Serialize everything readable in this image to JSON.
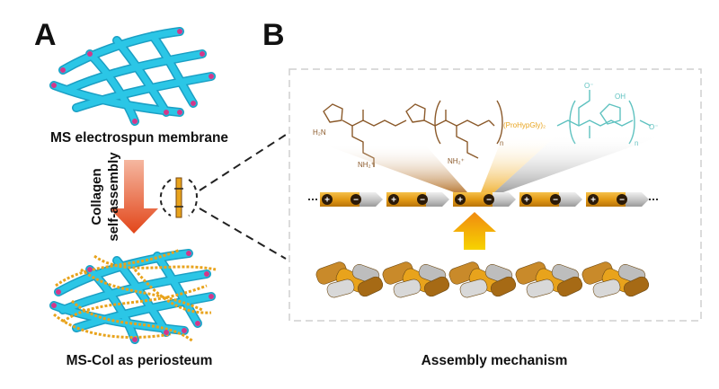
{
  "panel_a": {
    "letter": "A",
    "top_caption": "MS electrospun membrane",
    "process_label_line1": "Collagen",
    "process_label_line2": "self-assembly",
    "bottom_caption": "MS-Col as periosteum"
  },
  "panel_b": {
    "letter": "B",
    "caption": "Assembly mechanism",
    "chem": {
      "h2n": "H₂N",
      "nh2_plus": "NH₂⁺",
      "n_sub": "n",
      "pro_hyp_gly": "(ProHypGly)₂",
      "o_minus": "O⁻",
      "oh": "OH"
    },
    "charges": [
      "+",
      "−",
      "+",
      "−",
      "+",
      "−",
      "+",
      "−",
      "+",
      "−"
    ]
  },
  "colors": {
    "fiber": "#2bc6e6",
    "fiber_dark": "#1a9fc4",
    "fiber_tip": "#d2388a",
    "collagen_orange": "#e8a31c",
    "collagen_brown": "#7a4a10",
    "arrow_red": "#e2461a",
    "arrow_yellow": "#f5c400",
    "chem_brown": "#8b5a2b",
    "chem_teal": "#5fc2c0",
    "dashed_box": "#cfcfcf"
  }
}
